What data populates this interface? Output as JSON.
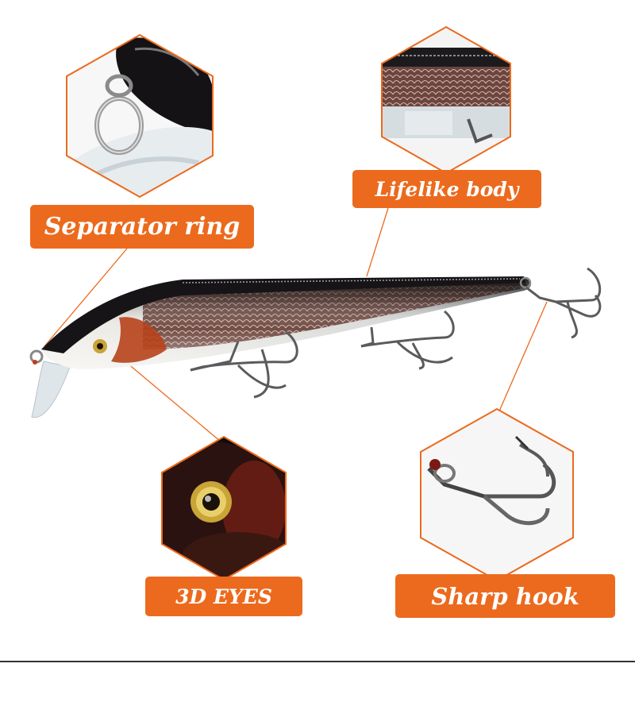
{
  "labels": {
    "separator_ring": "Separator ring",
    "lifelike_body": "Lifelike body",
    "eyes": "3D EYES",
    "sharp_hook": "Sharp hook"
  },
  "colors": {
    "accent": "#ec6a1d",
    "lure_back": "#1c1a1c",
    "lure_scale": "#6e4a44",
    "lure_belly": "#d9d6d2",
    "eye_gold": "#c9a437",
    "gill_red": "#b7431b"
  }
}
